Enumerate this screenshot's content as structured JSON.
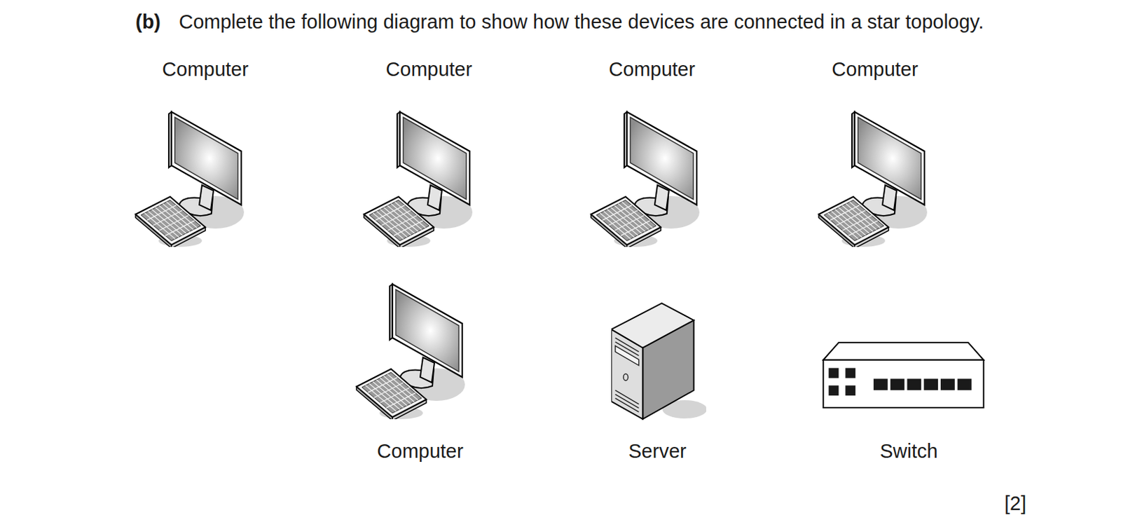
{
  "diagram": {
    "title": "Complete the following diagram to show how these devices are connected in a star topology.",
    "nodes": [
      {
        "text": [
          "Computer"
        ]
      },
      {
        "text": [
          "Computer"
        ]
      },
      {
        "text": [
          "Computer"
        ]
      },
      {
        "text": [
          "Computer"
        ]
      },
      {
        "text": [
          "Computer"
        ]
      },
      {
        "text": [
          "Server"
        ]
      },
      {
        "text": [
          "Switch"
        ]
      }
    ],
    "labels": [
      "(b)",
      "[2]"
    ]
  }
}
